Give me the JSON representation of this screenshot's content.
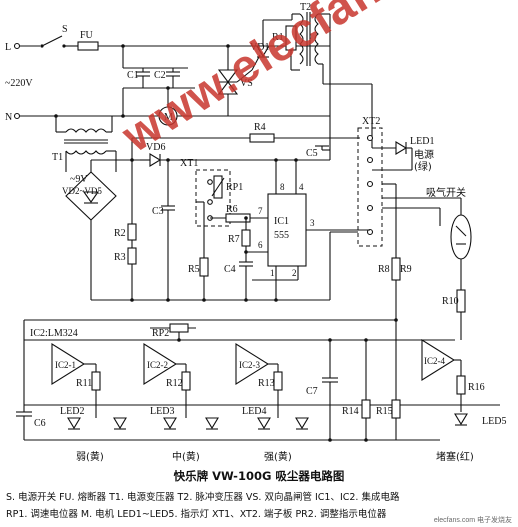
{
  "title": "快乐牌 VW-100G 吸尘器电路图",
  "legend_line1": "S. 电源开关  FU. 熔断器  T1. 电源变压器  T2. 脉冲变压器  VS. 双向晶闸管  IC1、IC2. 集成电路",
  "legend_line2": "RP1. 调速电位器  M. 电机  LED1~LED5. 指示灯  XT1、XT2. 端子板  PR2. 调整指示电位器",
  "watermark": "www.elecfans.com",
  "corner_mark": "elecfans.com 电子发烧友",
  "labels": {
    "L": "L",
    "N": "N",
    "ac": "~220V",
    "S": "S",
    "FU": "FU",
    "T1": "T1",
    "T2": "T2",
    "VD1": "VD1",
    "R1": "R1",
    "VS": "VS",
    "C1": "C1",
    "C2": "C2",
    "M": "M",
    "R4": "R4",
    "XT2": "XT2",
    "LED1": "LED1",
    "power_cn": "电源",
    "green_cn": "(绿)",
    "C5": "C5",
    "VD6": "VD6",
    "XT1": "XT1",
    "RP1": "RP1",
    "R6": "R6",
    "v9": "~9V",
    "VD2VD5": "VD2~VD5",
    "R2": "R2",
    "R3": "R3",
    "C3": "C3",
    "R7": "R7",
    "R5": "R5",
    "C4": "C4",
    "IC1": "IC1",
    "IC1_num": "555",
    "pin8": "8",
    "pin4": "4",
    "pin7": "7",
    "pin6": "6",
    "pin1": "1",
    "pin2": "2",
    "pin3": "3",
    "R8": "R8",
    "R9": "R9",
    "R10": "R10",
    "suction_switch": "吸气开关",
    "IC2": "IC2:LM324",
    "RP2": "RP2",
    "IC2_1": "IC2-1",
    "IC2_2": "IC2-2",
    "IC2_3": "IC2-3",
    "IC2_4": "IC2-4",
    "R11": "R11",
    "R12": "R12",
    "R13": "R13",
    "C6": "C6",
    "C7": "C7",
    "R14": "R14",
    "R15": "R15",
    "R16": "R16",
    "LED2": "LED2",
    "LED3": "LED3",
    "LED4": "LED4",
    "LED5": "LED5",
    "weak": "弱(黄)",
    "mid": "中(黄)",
    "strong": "强(黄)",
    "blocked": "堵塞(红)"
  }
}
